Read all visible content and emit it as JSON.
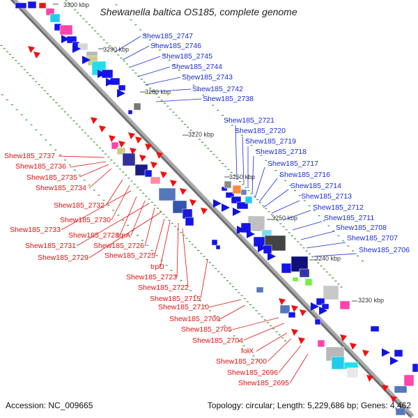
{
  "title": "Shewanella baltica OS185, complete genome",
  "accession_text": "Accession: NC_009665",
  "topology_text": "Topology: circular; Length: 5,229,686 bp; Genes: 4,462",
  "colors": {
    "backbone": "#888888",
    "forward_gene": "#1010e0",
    "reverse_gene": "#f01010",
    "forward_label": "#1a2bd8",
    "reverse_label": "#e01010",
    "tick_dot": "#3a9a3a"
  },
  "kbp_ticks": [
    {
      "label": "3300 kbp"
    },
    {
      "label": "3290 kbp"
    },
    {
      "label": "3280 kbp"
    },
    {
      "label": "3270 kbp"
    },
    {
      "label": "3260 kbp"
    },
    {
      "label": "3250 kbp"
    },
    {
      "label": "3240 kbp"
    },
    {
      "label": "3230 kbp"
    }
  ],
  "forward_labels": [
    "Shew185_2747",
    "Shew185_2746",
    "Shew185_2745",
    "Shew185_2744",
    "Shew185_2743",
    "Shew185_2742",
    "Shew185_2738",
    "Shew185_2721",
    "Shew185_2720",
    "Shew185_2719",
    "Shew185_2718",
    "Shew185_2717",
    "Shew185_2716",
    "Shew185_2714",
    "Shew185_2713",
    "Shew185_2712",
    "Shew185_2711",
    "Shew185_2708",
    "Shew185_2707",
    "Shew185_2706"
  ],
  "reverse_labels": [
    "Shew185_2737",
    "Shew185_2736",
    "Shew185_2735",
    "Shew185_2734",
    "Shew185_2732",
    "Shew185_2730",
    "Shew185_2733",
    "Shew185_2728",
    "trpA",
    "Shew185_2731",
    "Shew185_2726",
    "Shew185_2729",
    "Shew185_2725",
    "trpD",
    "Shew185_2723",
    "Shew185_2722",
    "Shew185_2715",
    "Shew185_2710",
    "Shew185_2709",
    "Shew185_2705",
    "Shew185_2704",
    "folX",
    "Shew185_2700",
    "Shew185_2696",
    "Shew185_2695"
  ]
}
